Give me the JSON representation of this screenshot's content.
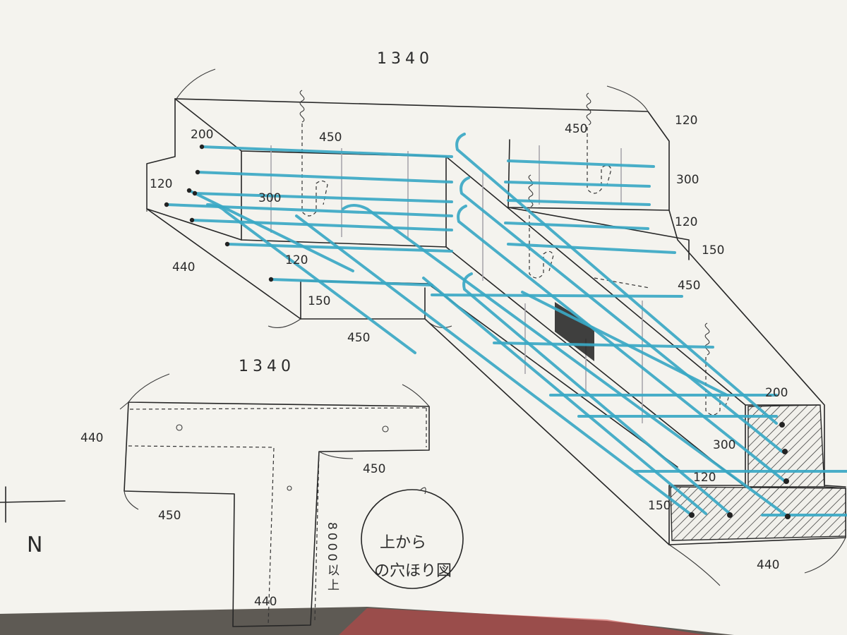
{
  "iso": {
    "top_width": "1340",
    "dim_200_top": "200",
    "dim_450_top": "450",
    "dim_120_left": "120",
    "dim_300_mid": "300",
    "dim_440_left": "440",
    "dim_120_mid": "120",
    "dim_150_left": "150",
    "dim_450_bottom": "450",
    "dim_450_right_top": "450",
    "dim_120_right_top": "120",
    "dim_300_right": "300",
    "dim_120_right_mid": "120",
    "dim_150_right": "150",
    "dim_450_right": "450",
    "dim_200_end": "200",
    "dim_300_end": "300",
    "dim_120_end": "120",
    "dim_150_end": "150",
    "dim_440_end": "440"
  },
  "plan": {
    "top_width": "1340",
    "dim_440_left": "440",
    "dim_450_left": "450",
    "dim_450_right": "450",
    "dim_440_bottom": "440",
    "length_label": "8000以上",
    "marker": "o",
    "north": "N"
  },
  "note": {
    "line1": "上から",
    "line2": "の穴ほり図"
  }
}
